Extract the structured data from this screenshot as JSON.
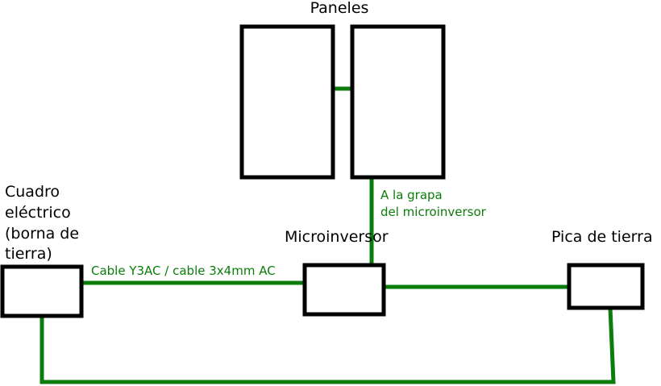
{
  "colors": {
    "wire": "#0a7d0a",
    "box_stroke": "#000000"
  },
  "labels": {
    "panels": "Paneles",
    "panel_wire": [
      "A la grapa",
      "del microinversor"
    ],
    "panel_board": [
      "Cuadro",
      "eléctrico",
      "(borna de",
      "tierra)"
    ],
    "microinverter": "Microinversor",
    "ground_rod": "Pica de tierra",
    "ac_cable": "Cable Y3AC / cable 3x4mm AC"
  }
}
